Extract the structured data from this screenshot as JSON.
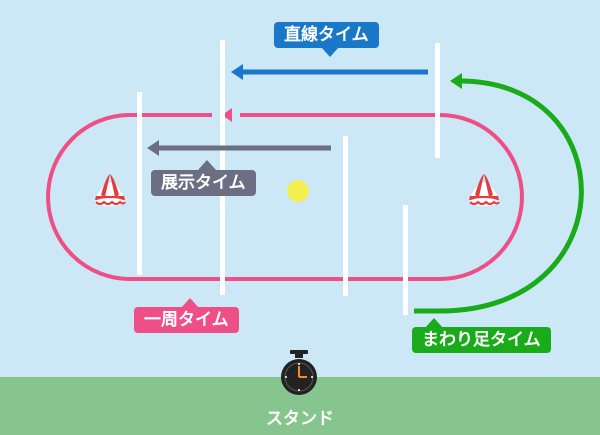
{
  "labels": {
    "straight": "直線タイム",
    "showcase": "展示タイム",
    "lap": "一周タイム",
    "turn": "まわり足タイム",
    "stand": "スタンド"
  },
  "colors": {
    "sky": "#cce8f6",
    "ground": "#86c58d",
    "straight": "#1a78c8",
    "showcase": "#6c6f84",
    "lap": "#ee4f86",
    "turn": "#19ab19",
    "ball": "#f3ef4e",
    "clock": "#222222"
  }
}
